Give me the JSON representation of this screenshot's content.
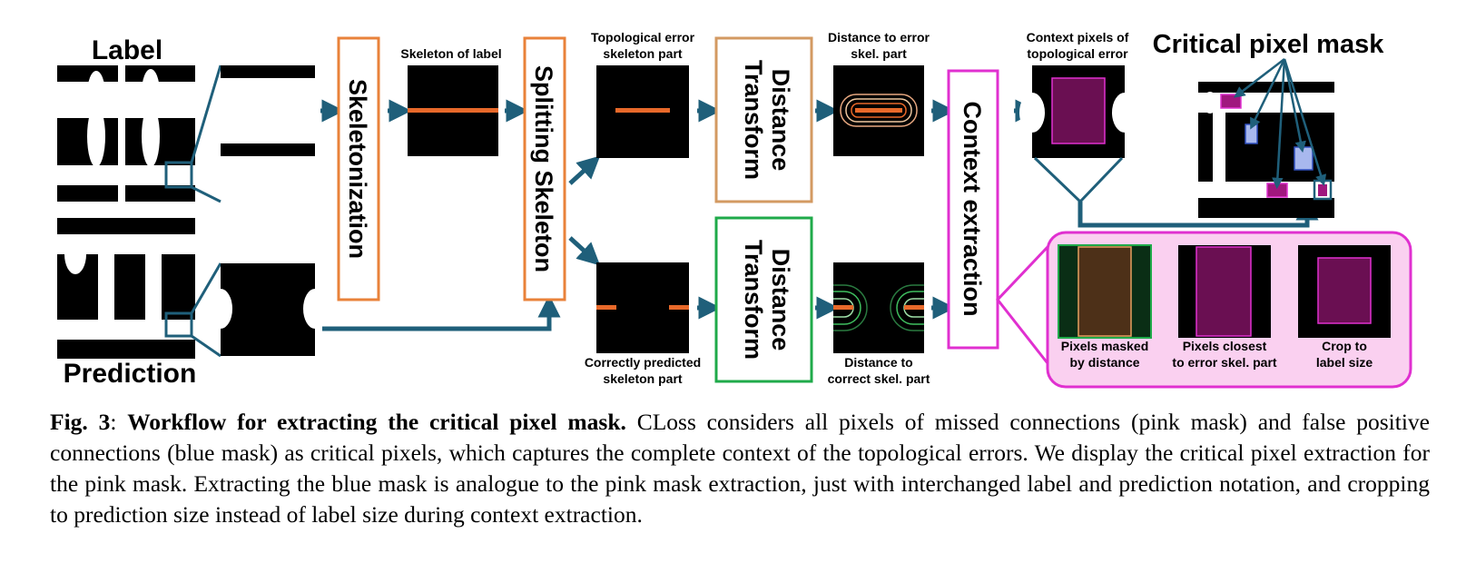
{
  "labels": {
    "label": "Label",
    "prediction": "Prediction",
    "skeleton_of_label": "Skeleton of label",
    "topo_error_1": "Topological error",
    "topo_error_2": "skeleton part",
    "correct_1": "Correctly predicted",
    "correct_2": "skeleton part",
    "dist_error_1": "Distance to error",
    "dist_error_2": "skel. part",
    "dist_correct_1": "Distance to",
    "dist_correct_2": "correct skel. part",
    "context_pixels_1": "Context pixels of",
    "context_pixels_2": "topological error",
    "critical_mask": "Critical pixel  mask",
    "masked_1": "Pixels masked",
    "masked_2": "by distance",
    "closest_1": "Pixels closest",
    "closest_2": "to error skel. part",
    "crop_1": "Crop to",
    "crop_2": "label size"
  },
  "process_boxes": {
    "skeletonization": "Skeletonization",
    "splitting_skeleton": "Splitting Skeleton",
    "distance_1": "Distance",
    "transform_1": "Transform",
    "distance_2": "Distance",
    "transform_2": "Transform",
    "context_extraction": "Context extraction"
  },
  "colors": {
    "arrow": "#1f5f7a",
    "skeletonization_box": "#e9823a",
    "splitting_box": "#e9823a",
    "distance_box_top": "#d39a62",
    "distance_box_bottom": "#1faa4a",
    "context_box": "#e030d0",
    "pink_mask": "#a0177e",
    "blue_mask": "#a8b8ee",
    "skeleton": "#e8692a",
    "panel_bg": "#fad0f0"
  },
  "caption": {
    "fig": "Fig. 3",
    "colon": ": ",
    "title": "Workflow for extracting the critical pixel mask.",
    "body": " CLoss considers all pixels of missed connections (pink mask) and false positive connections (blue mask) as critical pixels, which captures the complete context of the topological errors.  We display the critical pixel extraction for the pink mask. Extracting the blue mask is analogue to the pink mask extraction, just with interchanged label and prediction notation, and cropping to prediction size instead of label size during context extraction."
  }
}
